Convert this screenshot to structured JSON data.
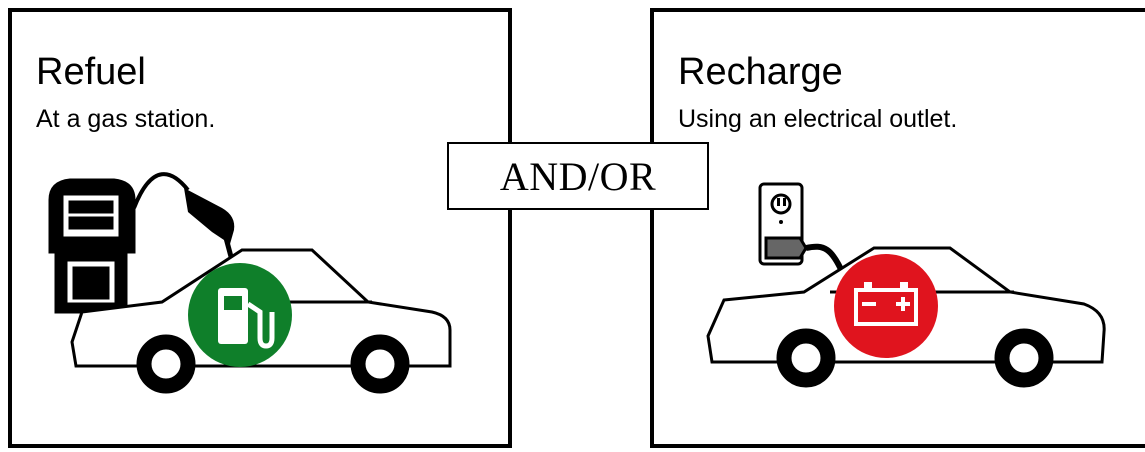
{
  "refuel": {
    "title": "Refuel",
    "subtitle": "At a gas station.",
    "badge_color": "#0f7f2a",
    "badge_icon": "fuel-pump-icon"
  },
  "connector": {
    "label": "AND/OR"
  },
  "recharge": {
    "title": "Recharge",
    "subtitle": "Using an electrical outlet.",
    "badge_color": "#e0141e",
    "badge_icon": "battery-icon"
  }
}
